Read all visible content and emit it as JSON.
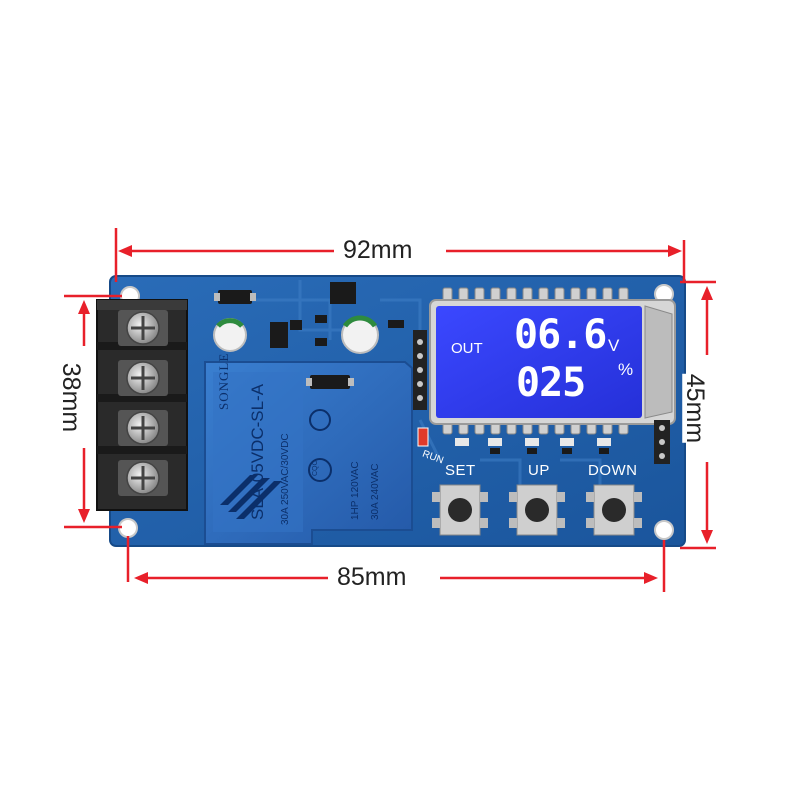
{
  "dimensions": {
    "top_width": "92mm",
    "bottom_width": "85mm",
    "left_height": "38mm",
    "right_height": "45mm"
  },
  "lcd": {
    "out_label": "OUT",
    "voltage": "06.6",
    "voltage_unit": "V",
    "percent": "025",
    "percent_unit": "%"
  },
  "buttons": {
    "set": "SET",
    "up": "UP",
    "down": "DOWN"
  },
  "relay": {
    "brand": "SONGLE",
    "model": "SLA-05VDC-SL-A",
    "rating1": "30A 250VAC/30VDC",
    "rating2": "1HP 120VAC",
    "rating3": "30A 240VAC",
    "cqc": "CQC"
  },
  "pcb_labels": {
    "run": "RUN"
  },
  "colors": {
    "pcb": "#1f5fa8",
    "lcd": "#2c3df0",
    "relay": "#2f6fc0",
    "dimension_red": "#e8202a"
  }
}
